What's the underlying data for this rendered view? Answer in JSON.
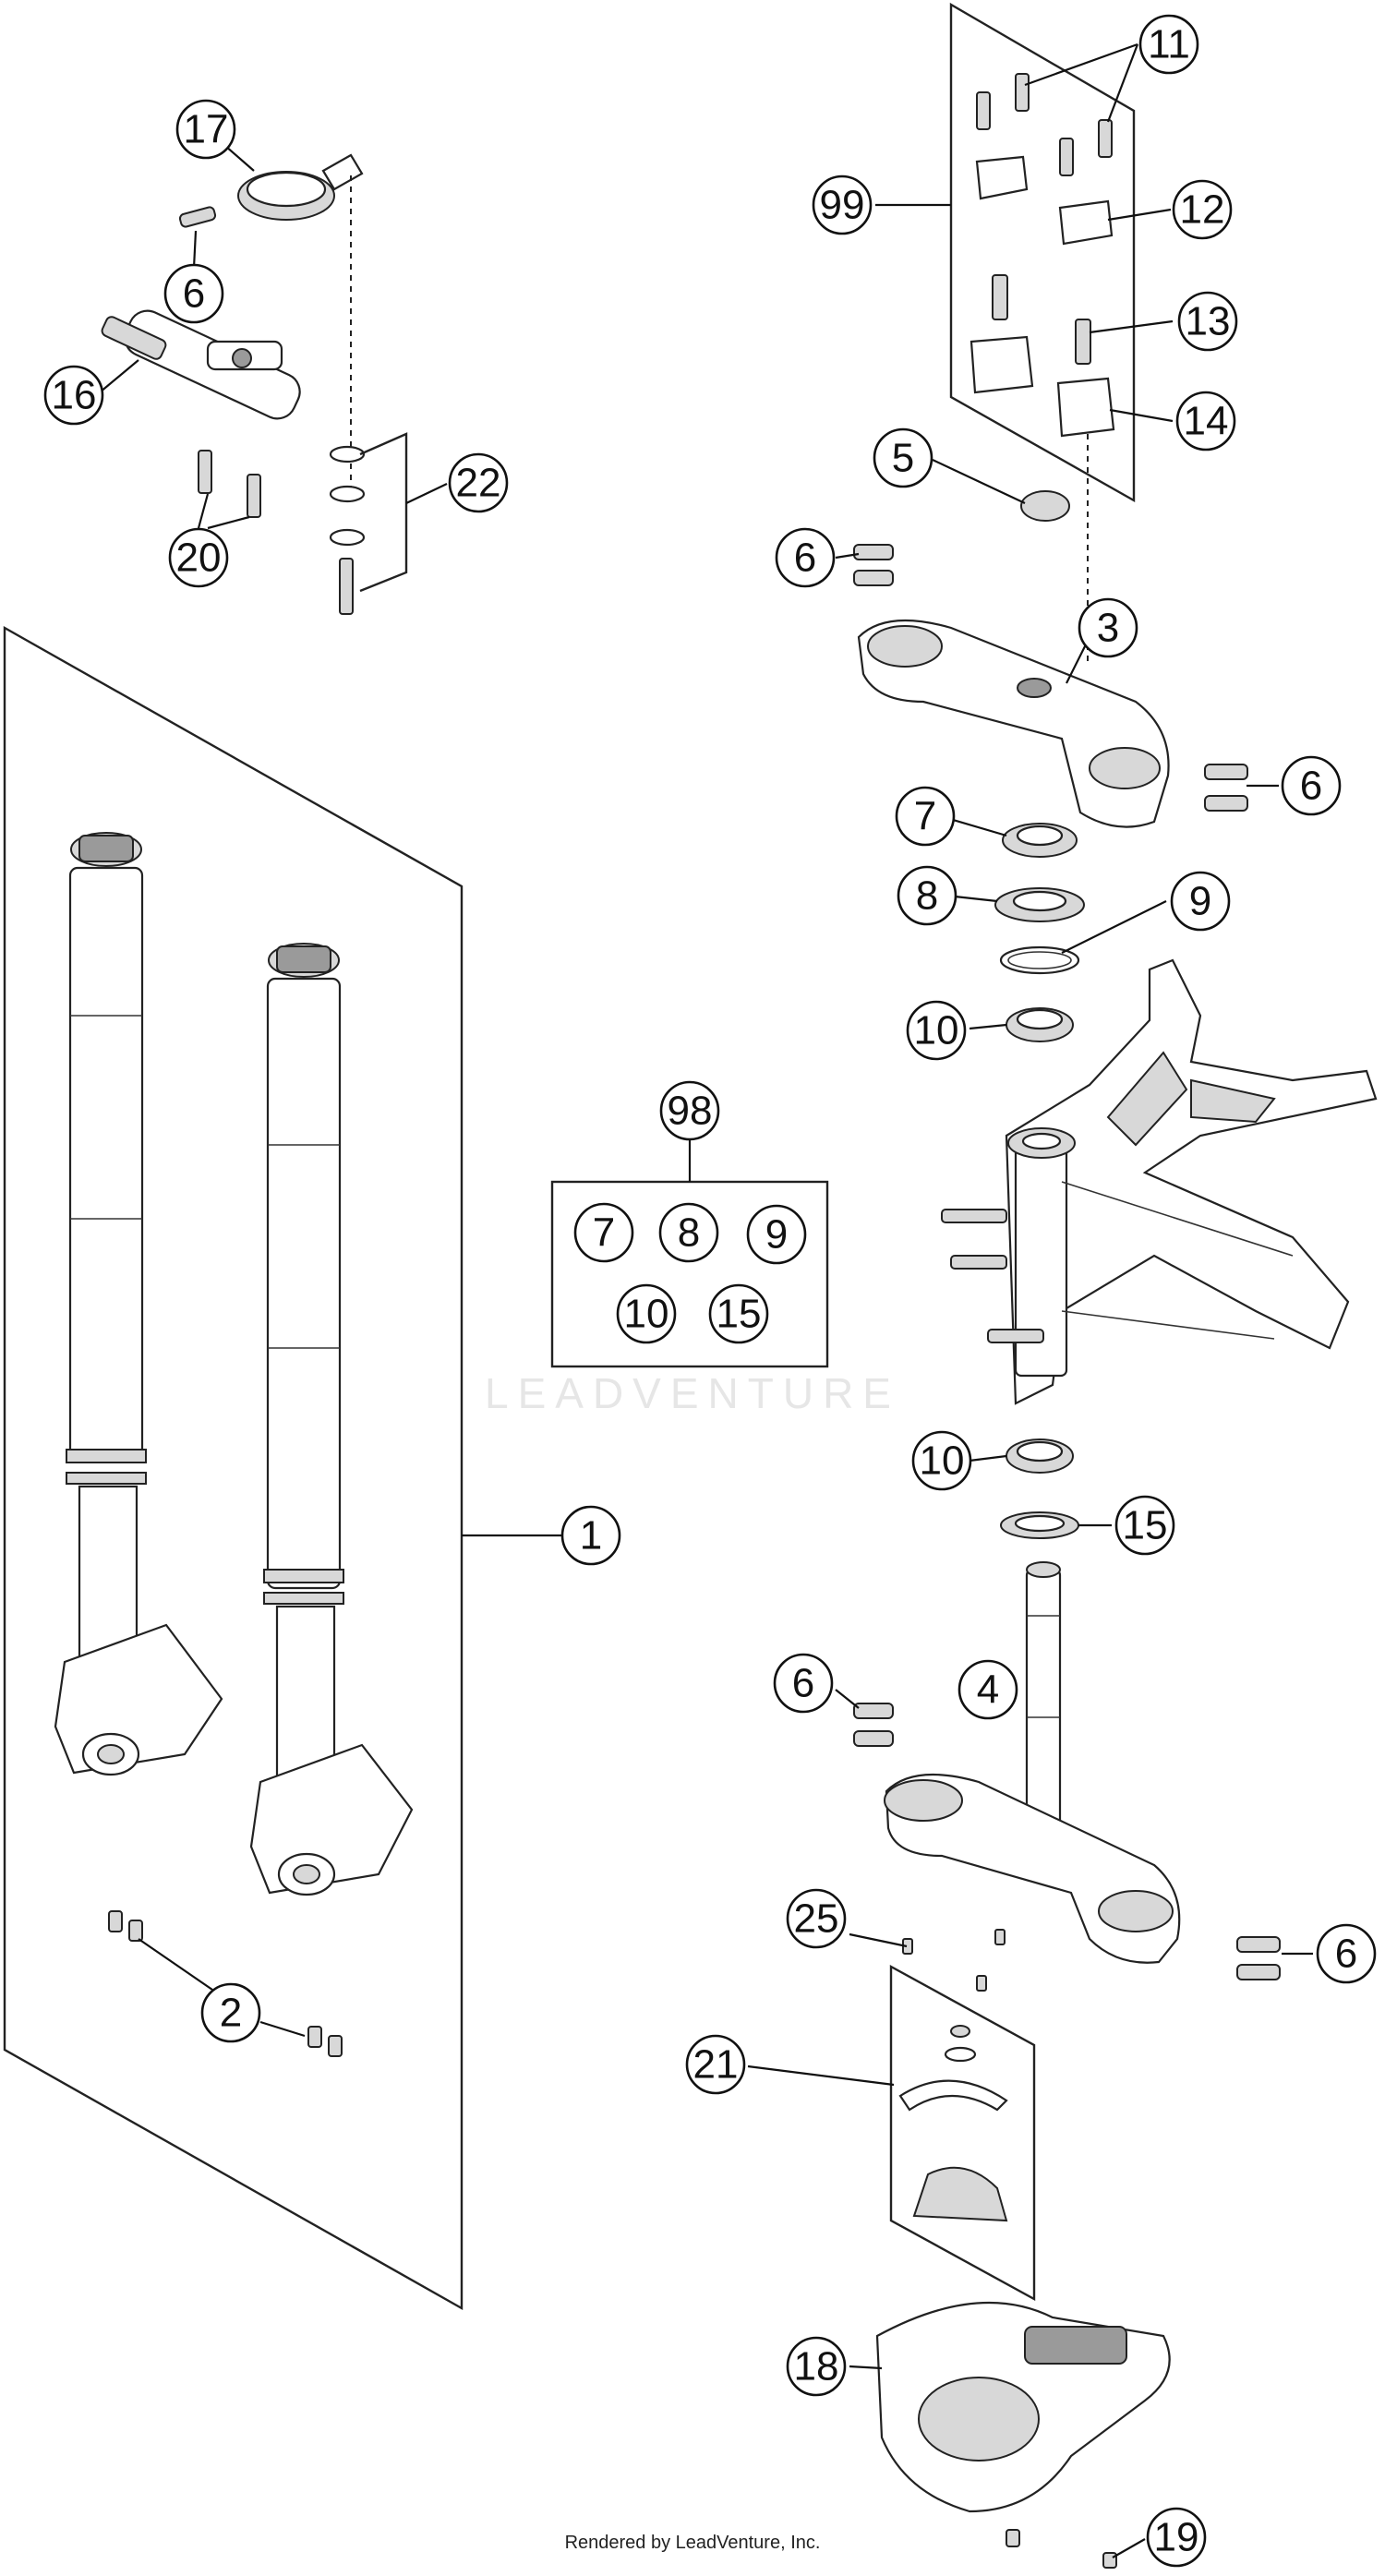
{
  "watermark": "LEADVENTURE",
  "footer": "Rendered by LeadVenture, Inc.",
  "callouts": [
    {
      "id": "c17",
      "label": "17"
    },
    {
      "id": "c6a",
      "label": "6"
    },
    {
      "id": "c16",
      "label": "16"
    },
    {
      "id": "c20",
      "label": "20"
    },
    {
      "id": "c22",
      "label": "22"
    },
    {
      "id": "c11",
      "label": "11"
    },
    {
      "id": "c99",
      "label": "99"
    },
    {
      "id": "c12",
      "label": "12"
    },
    {
      "id": "c13",
      "label": "13"
    },
    {
      "id": "c14",
      "label": "14"
    },
    {
      "id": "c5",
      "label": "5"
    },
    {
      "id": "c6b",
      "label": "6"
    },
    {
      "id": "c3",
      "label": "3"
    },
    {
      "id": "c6c",
      "label": "6"
    },
    {
      "id": "c7",
      "label": "7"
    },
    {
      "id": "c8",
      "label": "8"
    },
    {
      "id": "c9",
      "label": "9"
    },
    {
      "id": "c10a",
      "label": "10"
    },
    {
      "id": "c98",
      "label": "98"
    },
    {
      "id": "k7",
      "label": "7"
    },
    {
      "id": "k8",
      "label": "8"
    },
    {
      "id": "k9",
      "label": "9"
    },
    {
      "id": "k10",
      "label": "10"
    },
    {
      "id": "k15",
      "label": "15"
    },
    {
      "id": "c1",
      "label": "1"
    },
    {
      "id": "c10b",
      "label": "10"
    },
    {
      "id": "c15",
      "label": "15"
    },
    {
      "id": "c6d",
      "label": "6"
    },
    {
      "id": "c4",
      "label": "4"
    },
    {
      "id": "c25",
      "label": "25"
    },
    {
      "id": "c6e",
      "label": "6"
    },
    {
      "id": "c2",
      "label": "2"
    },
    {
      "id": "c21",
      "label": "21"
    },
    {
      "id": "c18",
      "label": "18"
    },
    {
      "id": "c19",
      "label": "19"
    }
  ]
}
